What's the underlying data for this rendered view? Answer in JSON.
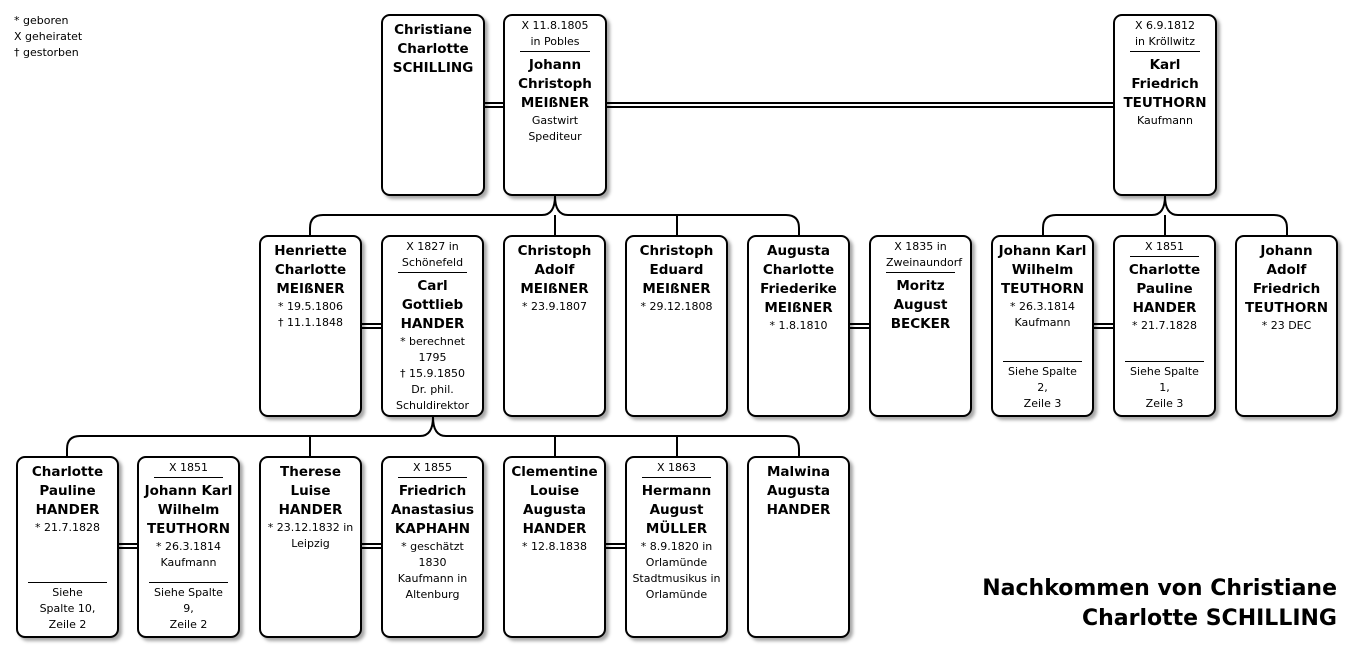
{
  "legend": [
    "* geboren",
    "X geheiratet",
    "† gestorben"
  ],
  "title": [
    "Nachkommen von Christiane",
    "Charlotte SCHILLING"
  ],
  "persons": [
    {
      "id": "christiane",
      "header": "",
      "name": [
        "Christiane",
        "Charlotte",
        "SCHILLING"
      ],
      "details": [],
      "footer": []
    },
    {
      "id": "johann-christoph",
      "header": "X 11.8.1805 in Pobles",
      "name": [
        "Johann",
        "Christoph",
        "MEIßNER"
      ],
      "details": [
        "Gastwirt",
        "Spediteur"
      ],
      "footer": []
    },
    {
      "id": "karl-friedrich",
      "header": "X 6.9.1812 in Kröllwitz",
      "name": [
        "Karl",
        "Friedrich",
        "TEUTHORN"
      ],
      "details": [
        "Kaufmann"
      ],
      "footer": []
    },
    {
      "id": "henriette",
      "header": "",
      "name": [
        "Henriette",
        "Charlotte",
        "MEIßNER"
      ],
      "details": [
        "* 19.5.1806",
        "† 11.1.1848"
      ],
      "footer": []
    },
    {
      "id": "carl-gottlieb",
      "header": "X 1827 in Schönefeld",
      "name": [
        "Carl",
        "Gottlieb",
        "HANDER"
      ],
      "details": [
        "* berechnet",
        "1795",
        "† 15.9.1850",
        "Dr. phil.",
        "Schuldirektor"
      ],
      "footer": []
    },
    {
      "id": "christoph-adolf",
      "header": "",
      "name": [
        "Christoph",
        "Adolf",
        "MEIßNER"
      ],
      "details": [
        "* 23.9.1807"
      ],
      "footer": []
    },
    {
      "id": "christoph-eduard",
      "header": "",
      "name": [
        "Christoph",
        "Eduard",
        "MEIßNER"
      ],
      "details": [
        "* 29.12.1808"
      ],
      "footer": []
    },
    {
      "id": "augusta-charlotte",
      "header": "",
      "name": [
        "Augusta",
        "Charlotte",
        "Friederike",
        "MEIßNER"
      ],
      "details": [
        "* 1.8.1810"
      ],
      "footer": []
    },
    {
      "id": "moritz-august",
      "header": "X 1835 in Zweinaundorf",
      "name": [
        "Moritz",
        "August",
        "BECKER"
      ],
      "details": [],
      "footer": []
    },
    {
      "id": "johann-karl-1",
      "header": "",
      "name": [
        "Johann Karl",
        "Wilhelm",
        "TEUTHORN"
      ],
      "details": [
        "* 26.3.1814",
        "Kaufmann"
      ],
      "footer": [
        "Siehe Spalte 2,",
        "Zeile 3"
      ]
    },
    {
      "id": "charlotte-pauline-1",
      "header": "X 1851",
      "name": [
        "Charlotte",
        "Pauline",
        "HANDER"
      ],
      "details": [
        "* 21.7.1828"
      ],
      "footer": [
        "Siehe Spalte 1,",
        "Zeile 3"
      ]
    },
    {
      "id": "johann-adolf",
      "header": "",
      "name": [
        "Johann",
        "Adolf",
        "Friedrich",
        "TEUTHORN"
      ],
      "details": [
        "* 23 DEC"
      ],
      "footer": []
    },
    {
      "id": "charlotte-pauline-2",
      "header": "",
      "name": [
        "Charlotte",
        "Pauline",
        "HANDER"
      ],
      "details": [
        "* 21.7.1828"
      ],
      "footer": [
        "Siehe",
        "Spalte 10,",
        "Zeile 2"
      ]
    },
    {
      "id": "johann-karl-2",
      "header": "X 1851",
      "name": [
        "Johann Karl",
        "Wilhelm",
        "TEUTHORN"
      ],
      "details": [
        "* 26.3.1814",
        "Kaufmann"
      ],
      "footer": [
        "Siehe Spalte 9,",
        "Zeile 2"
      ]
    },
    {
      "id": "therese",
      "header": "",
      "name": [
        "Therese",
        "Luise",
        "HANDER"
      ],
      "details": [
        "* 23.12.1832 in",
        "Leipzig"
      ],
      "footer": []
    },
    {
      "id": "friedrich-anastasius",
      "header": "X 1855",
      "name": [
        "Friedrich",
        "Anastasius",
        "KAPHAHN"
      ],
      "details": [
        "* geschätzt",
        "1830",
        "Kaufmann in",
        "Altenburg"
      ],
      "footer": []
    },
    {
      "id": "clementine",
      "header": "",
      "name": [
        "Clementine",
        "Louise",
        "Augusta",
        "HANDER"
      ],
      "details": [
        "* 12.8.1838"
      ],
      "footer": []
    },
    {
      "id": "hermann-august",
      "header": "X 1863",
      "name": [
        "Hermann",
        "August",
        "MÜLLER"
      ],
      "details": [
        "* 8.9.1820 in",
        "Orlamünde",
        "Stadtmusikus in",
        "Orlamünde"
      ],
      "footer": []
    },
    {
      "id": "malwina",
      "header": "",
      "name": [
        "Malwina",
        "Augusta",
        "HANDER"
      ],
      "details": [],
      "footer": []
    }
  ]
}
